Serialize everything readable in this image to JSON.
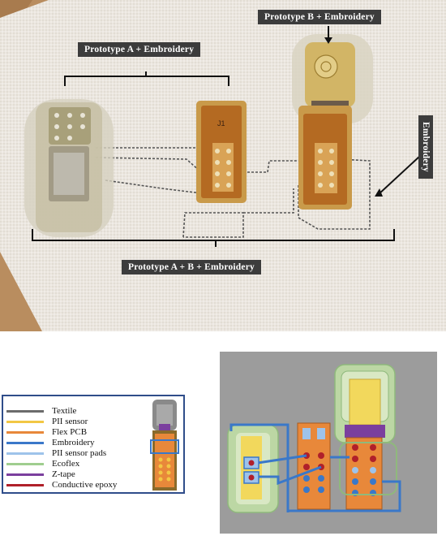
{
  "photo": {
    "labels": {
      "proto_a": "Prototype A + Embroidery",
      "proto_b": "Prototype B + Embroidery",
      "embroidery": "Embroidery",
      "proto_ab": "Prototype  A + B + Embroidery"
    },
    "chip_label": "J1"
  },
  "legend": {
    "items": [
      {
        "label": "Textile",
        "color": "#6b6b6b"
      },
      {
        "label": "PII sensor",
        "color": "#f2c744"
      },
      {
        "label": "Flex PCB",
        "color": "#e8883a"
      },
      {
        "label": "Embroidery",
        "color": "#3a78c9"
      },
      {
        "label": "PII sensor pads",
        "color": "#9ec3ea"
      },
      {
        "label": "Ecoflex",
        "color": "#9fce8f"
      },
      {
        "label": "Z-tape",
        "color": "#7b3f9e"
      },
      {
        "label": "Conductive epoxy",
        "color": "#b0202a"
      }
    ]
  }
}
